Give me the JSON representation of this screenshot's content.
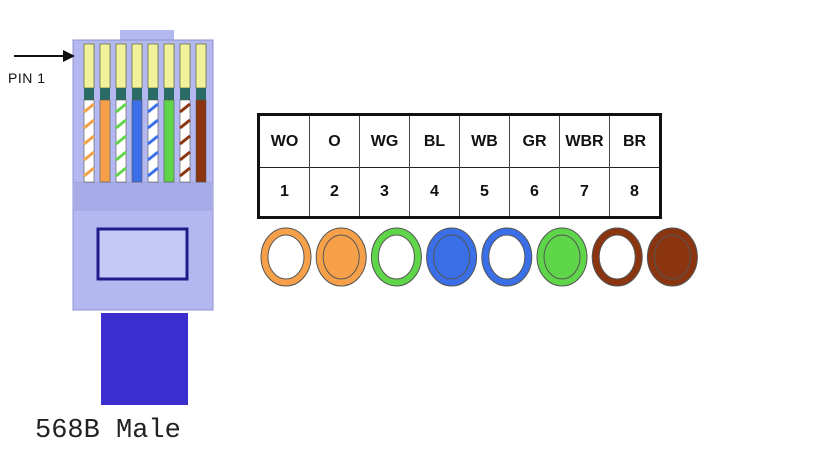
{
  "connector": {
    "pin_label": "PIN 1",
    "caption": "568B Male",
    "body_color": "#b4b8f0",
    "cable_color": "#3a2ecf"
  },
  "pins": [
    {
      "code": "WO",
      "number": "1",
      "color": "#f7a04a",
      "striped": true
    },
    {
      "code": "O",
      "number": "2",
      "color": "#f7a04a",
      "striped": false
    },
    {
      "code": "WG",
      "number": "3",
      "color": "#5fd64a",
      "striped": true
    },
    {
      "code": "BL",
      "number": "4",
      "color": "#3a6fe8",
      "striped": false
    },
    {
      "code": "WB",
      "number": "5",
      "color": "#3a6fe8",
      "striped": true
    },
    {
      "code": "GR",
      "number": "6",
      "color": "#5fd64a",
      "striped": false
    },
    {
      "code": "WBR",
      "number": "7",
      "color": "#8a3510",
      "striped": true
    },
    {
      "code": "BR",
      "number": "8",
      "color": "#8a3510",
      "striped": false
    }
  ]
}
